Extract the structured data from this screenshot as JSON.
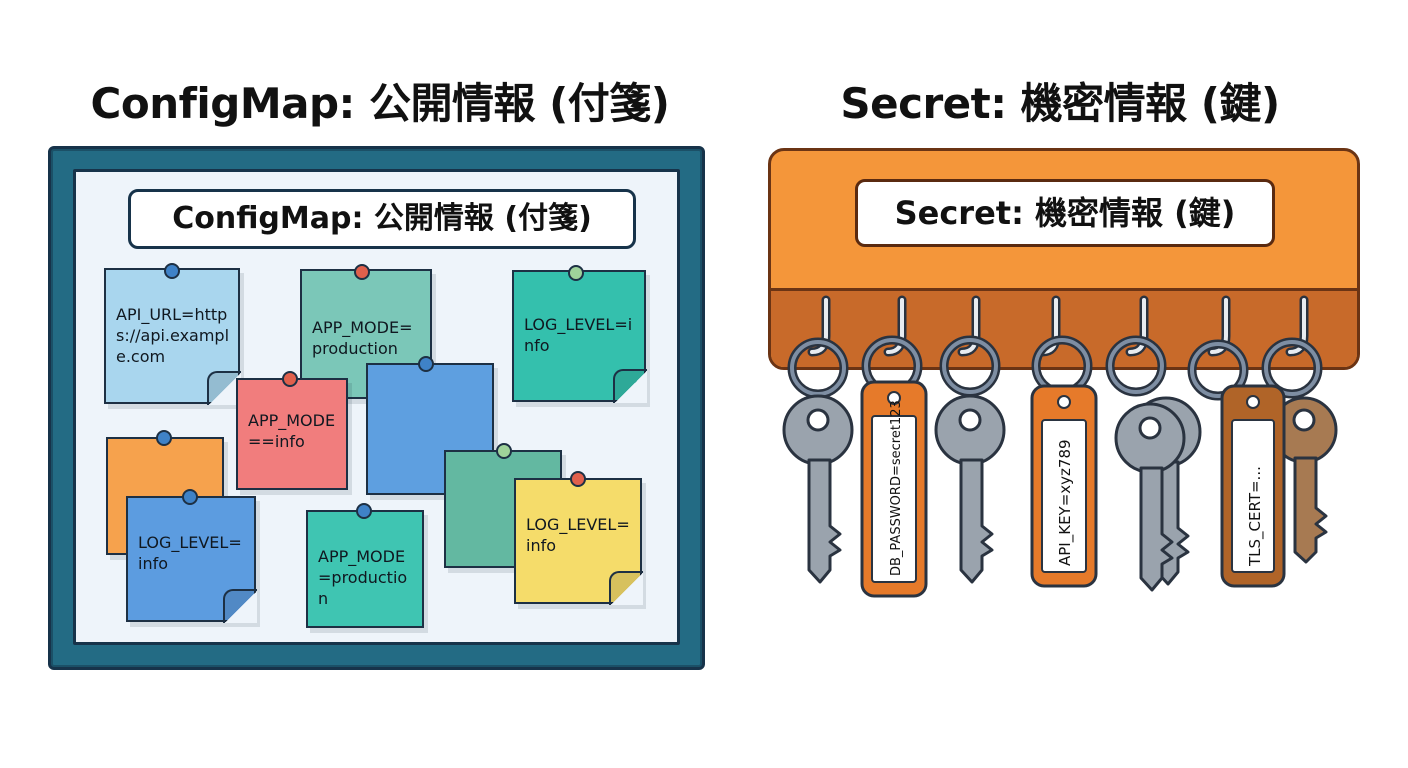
{
  "configmap": {
    "heading": "ConfigMap: 公開情報 (付箋)",
    "board_label": "ConfigMap: 公開情報 (付箋)",
    "notes": [
      {
        "text": "API_URL=https://api.example.com",
        "color": "#a9d6ee"
      },
      {
        "text": "APP_MODE=production",
        "color": "#7bc7b8"
      },
      {
        "text": "LOG_LEVEL=info",
        "color": "#34c0ad"
      },
      {
        "text": "APP_MODE==info",
        "color": "#f17d7d"
      },
      {
        "text": "",
        "color": "#5e9fe0"
      },
      {
        "text": "",
        "color": "#f6a24d"
      },
      {
        "text": "LOG_LEVEL=info",
        "color": "#5c9ce0"
      },
      {
        "text": "",
        "color": "#63b8a1"
      },
      {
        "text": "APP_MODE=production",
        "color": "#3fc5b2"
      },
      {
        "text": "LOG_LEVEL=info",
        "color": "#f5dc6a"
      }
    ]
  },
  "secret": {
    "heading": "Secret: 機密情報 (鍵)",
    "rack_label": "Secret: 機密情報 (鍵)",
    "tags": [
      {
        "text": "DB_PASSWORD=secret123"
      },
      {
        "text": "API_KEY=xyz789"
      },
      {
        "text": "TLS_CERT=..."
      }
    ]
  },
  "colors": {
    "board_frame": "#236b84",
    "board_surface": "#eef4fa",
    "rack_top": "#f4963a",
    "rack_bottom": "#c86a2a",
    "key_silver": "#9aa3ad",
    "key_bronze": "#a77a52",
    "tag_orange": "#e67a2a",
    "ring": "#6f7f93"
  }
}
